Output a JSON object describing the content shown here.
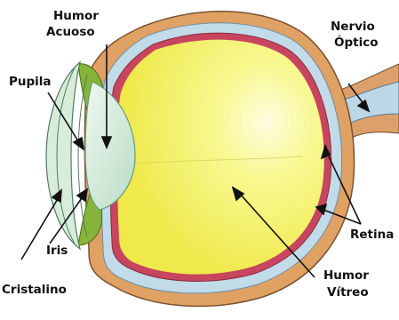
{
  "labels": {
    "humor_acuoso_1": "Humor",
    "humor_acuoso_2": "Acuoso",
    "nervio_optico_1": "Nervio",
    "nervio_optico_2": "Óptico",
    "pupila": "Pupila",
    "iris": "Iris",
    "cristalino": "Cristalino",
    "retina": "Retina",
    "humor_vitreo_1": "Humor",
    "humor_vitreo_2": "Vítreo"
  },
  "colors": {
    "sclera": "#e0a165",
    "choroid_blue": "#c2dbe8",
    "retina_red": "#c8455f",
    "vitreous": "#f2f24e",
    "vitreous_highlight": "#fdfde0",
    "aqueous": "#d8ecdc",
    "iris_green": "#86b43a",
    "nerve": "#bcd7e6"
  }
}
